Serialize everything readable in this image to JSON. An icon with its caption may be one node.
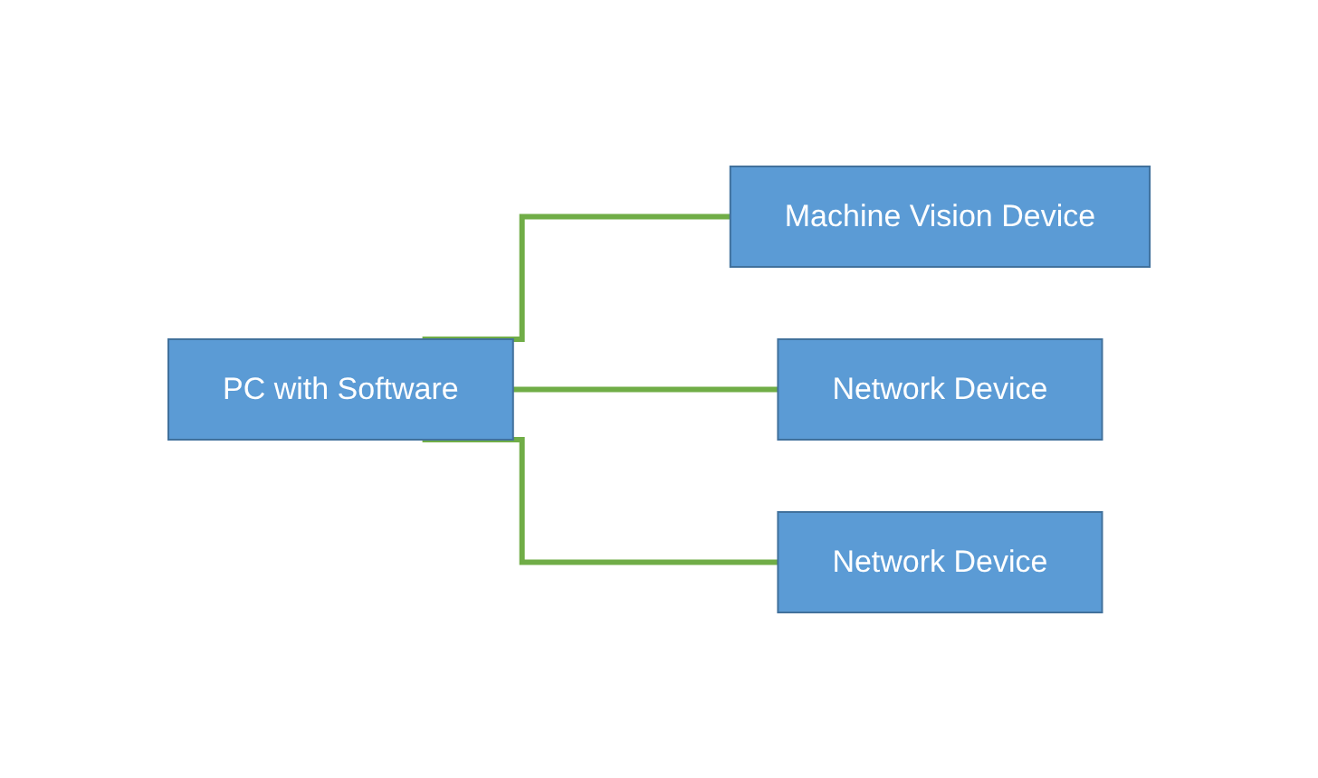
{
  "diagram": {
    "nodes": [
      {
        "text": [
          "PC with Software"
        ]
      },
      {
        "text": [
          "Machine Vision Device"
        ]
      },
      {
        "text": [
          "Network Device"
        ]
      },
      {
        "text": [
          "Network Device"
        ]
      }
    ],
    "edges": [
      {
        "from": 0,
        "to": 1,
        "arrow": "none"
      },
      {
        "from": 0,
        "to": 2,
        "arrow": "none"
      },
      {
        "from": 0,
        "to": 3,
        "arrow": "none"
      }
    ]
  }
}
